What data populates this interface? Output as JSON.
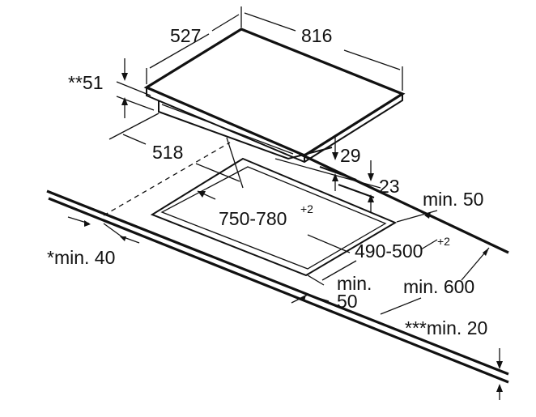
{
  "dimensions": {
    "depth": "527",
    "width": "816",
    "edge_thickness": "**51",
    "offset_from_front": "518",
    "total_height": "29",
    "below_worktop": "23",
    "cutout_width": "750-780",
    "cutout_width_tol": "+2",
    "cutout_depth": "490-500",
    "cutout_depth_tol": "+2",
    "min_rear": "min. 50",
    "min_front": "*min. 40",
    "min_side_label": "min.",
    "min_side_value": "50",
    "min_worktop_depth": "min. 600",
    "min_worktop_thickness": "***min. 20"
  }
}
